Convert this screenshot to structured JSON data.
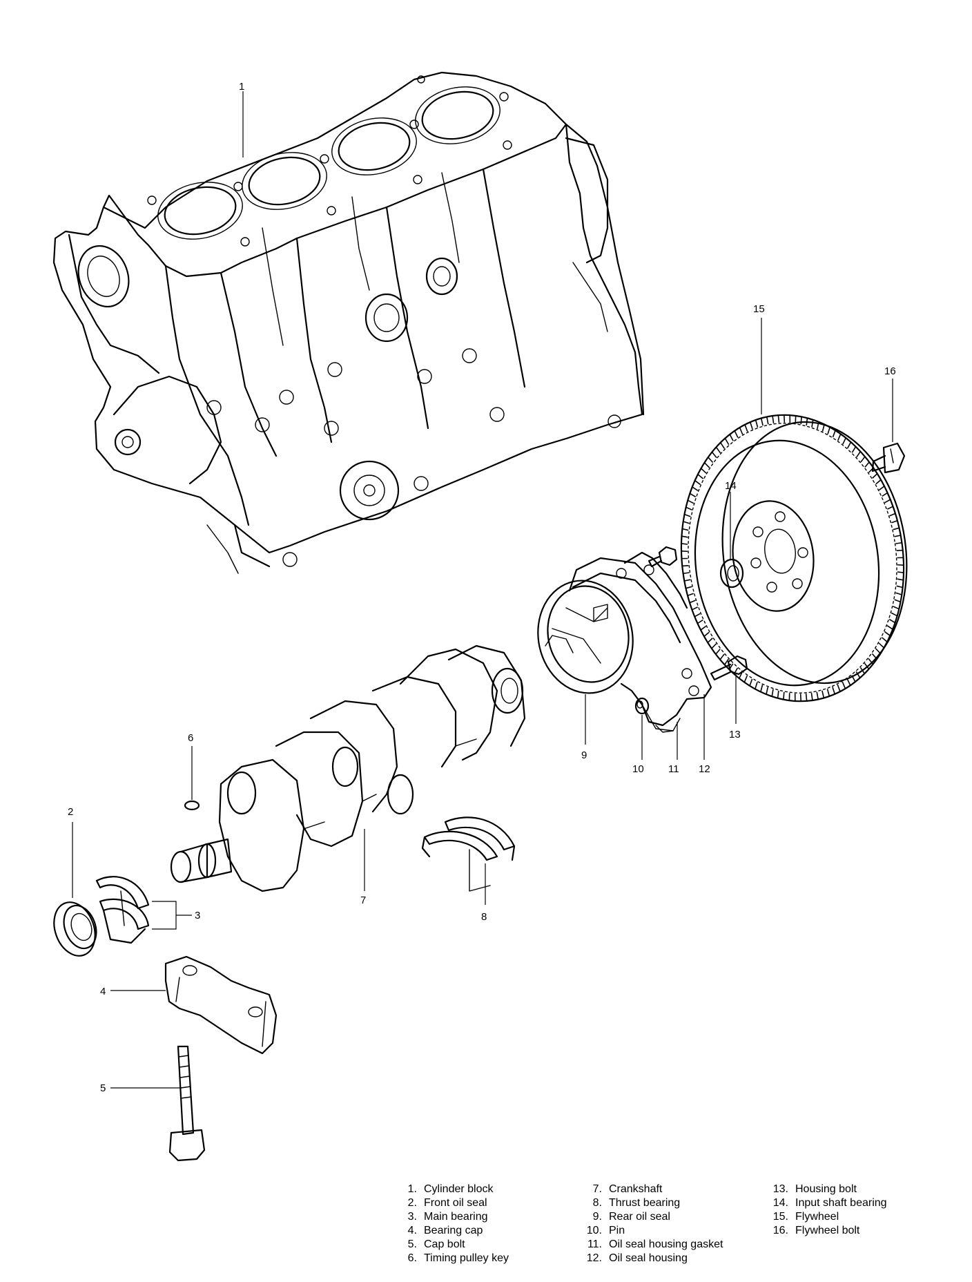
{
  "callouts": {
    "c1": "1",
    "c2": "2",
    "c3": "3",
    "c4": "4",
    "c5": "5",
    "c6": "6",
    "c7": "7",
    "c8": "8",
    "c9": "9",
    "c10": "10",
    "c11": "11",
    "c12": "12",
    "c13": "13",
    "c14": "14",
    "c15": "15",
    "c16": "16"
  },
  "legend": {
    "col1": [
      {
        "num": "1.",
        "label": "Cylinder block"
      },
      {
        "num": "2.",
        "label": "Front oil seal"
      },
      {
        "num": "3.",
        "label": "Main bearing"
      },
      {
        "num": "4.",
        "label": "Bearing cap"
      },
      {
        "num": "5.",
        "label": "Cap bolt"
      },
      {
        "num": "6.",
        "label": "Timing pulley key"
      }
    ],
    "col2": [
      {
        "num": "7.",
        "label": "Crankshaft"
      },
      {
        "num": "8.",
        "label": "Thrust bearing"
      },
      {
        "num": "9.",
        "label": "Rear oil seal"
      },
      {
        "num": "10.",
        "label": "Pin"
      },
      {
        "num": "11.",
        "label": "Oil seal housing gasket"
      },
      {
        "num": "12.",
        "label": "Oil seal housing"
      }
    ],
    "col3": [
      {
        "num": "13.",
        "label": "Housing bolt"
      },
      {
        "num": "14.",
        "label": "Input shaft bearing"
      },
      {
        "num": "15.",
        "label": "Flywheel"
      },
      {
        "num": "16.",
        "label": "Flywheel bolt"
      }
    ]
  }
}
